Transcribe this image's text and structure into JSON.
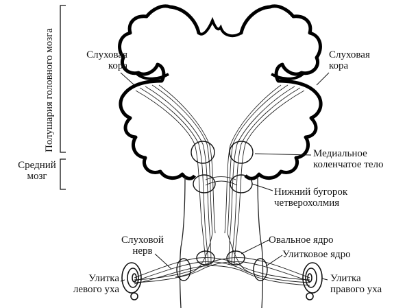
{
  "labels": {
    "hemispheres": "Полушария головного мозга",
    "midbrain_1": "Средний",
    "midbrain_2": "мозг",
    "aud_cortex_left_1": "Слуховая",
    "aud_cortex_left_2": "кора",
    "aud_cortex_right_1": "Слуховая",
    "aud_cortex_right_2": "кора",
    "mgb_1": "Медиальное",
    "mgb_2": "коленчатое тело",
    "ic_1": "Нижний бугорок",
    "ic_2": "четверохолмия",
    "aud_nerve_1": "Слуховой",
    "aud_nerve_2": "нерв",
    "olive": "Овальное ядро",
    "cochlear_nucleus": "Улитковое ядро",
    "left_cochlea_1": "Улитка",
    "left_cochlea_2": "левого уха",
    "right_cochlea_1": "Улитка",
    "right_cochlea_2": "правого уха"
  }
}
